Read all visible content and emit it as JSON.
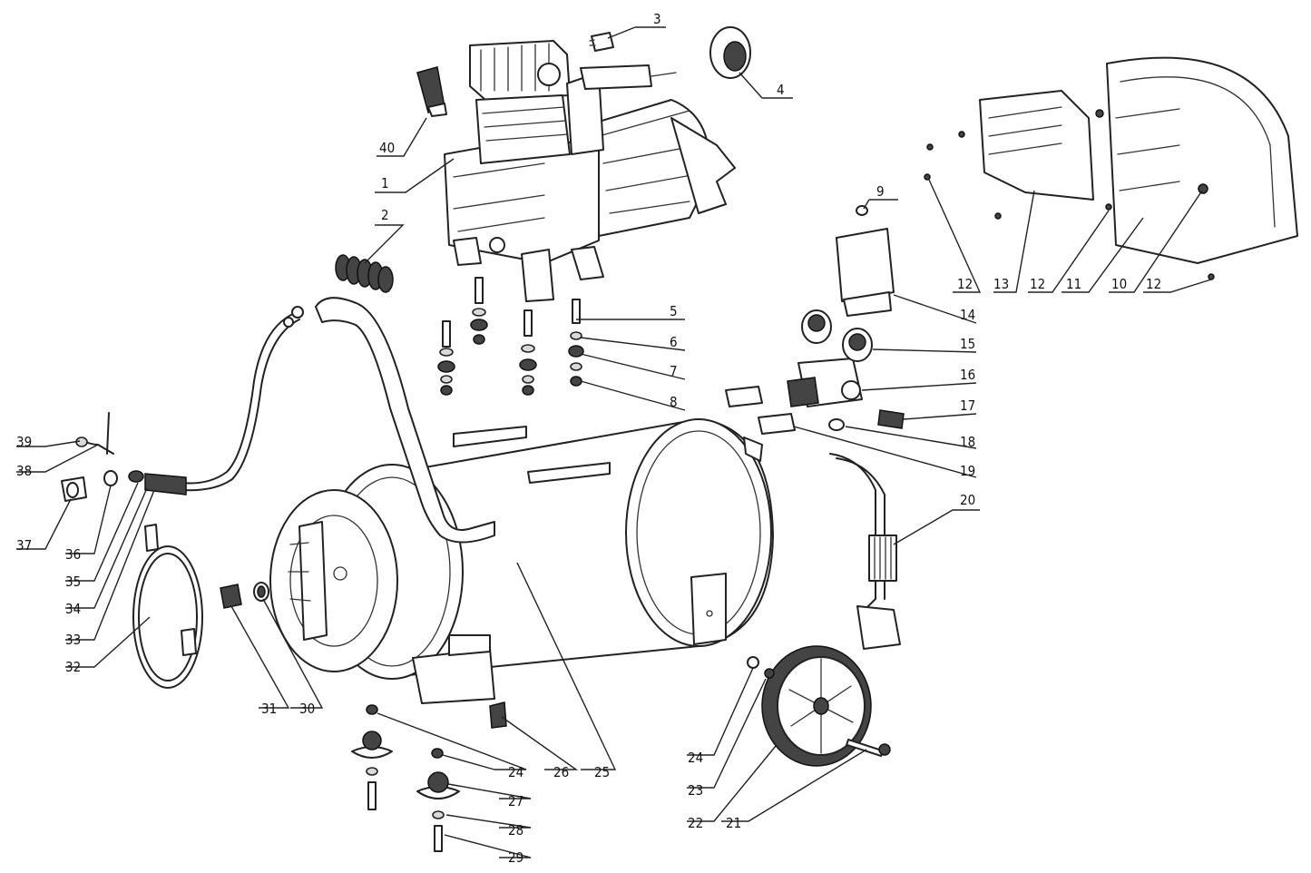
{
  "callouts": [
    {
      "id": "c1",
      "label": "1"
    },
    {
      "id": "c2",
      "label": "2"
    },
    {
      "id": "c3",
      "label": "3"
    },
    {
      "id": "c4",
      "label": "4"
    },
    {
      "id": "c5",
      "label": "5"
    },
    {
      "id": "c6",
      "label": "6"
    },
    {
      "id": "c7",
      "label": "7"
    },
    {
      "id": "c8",
      "label": "8"
    },
    {
      "id": "c9",
      "label": "9"
    },
    {
      "id": "c10",
      "label": "10"
    },
    {
      "id": "c11",
      "label": "11"
    },
    {
      "id": "c12a",
      "label": "12"
    },
    {
      "id": "c12b",
      "label": "12"
    },
    {
      "id": "c12c",
      "label": "12"
    },
    {
      "id": "c13",
      "label": "13"
    },
    {
      "id": "c14",
      "label": "14"
    },
    {
      "id": "c15",
      "label": "15"
    },
    {
      "id": "c16",
      "label": "16"
    },
    {
      "id": "c17",
      "label": "17"
    },
    {
      "id": "c18",
      "label": "18"
    },
    {
      "id": "c19",
      "label": "19"
    },
    {
      "id": "c20",
      "label": "20"
    },
    {
      "id": "c21",
      "label": "21"
    },
    {
      "id": "c22",
      "label": "22"
    },
    {
      "id": "c23",
      "label": "23"
    },
    {
      "id": "c24a",
      "label": "24"
    },
    {
      "id": "c24b",
      "label": "24"
    },
    {
      "id": "c25",
      "label": "25"
    },
    {
      "id": "c26",
      "label": "26"
    },
    {
      "id": "c27",
      "label": "27"
    },
    {
      "id": "c28",
      "label": "28"
    },
    {
      "id": "c29",
      "label": "29"
    },
    {
      "id": "c30",
      "label": "30"
    },
    {
      "id": "c31",
      "label": "31"
    },
    {
      "id": "c32",
      "label": "32"
    },
    {
      "id": "c33",
      "label": "33"
    },
    {
      "id": "c34",
      "label": "34"
    },
    {
      "id": "c35",
      "label": "35"
    },
    {
      "id": "c36",
      "label": "36"
    },
    {
      "id": "c37",
      "label": "37"
    },
    {
      "id": "c38",
      "label": "38"
    },
    {
      "id": "c39",
      "label": "39"
    },
    {
      "id": "c40",
      "label": "40"
    }
  ]
}
